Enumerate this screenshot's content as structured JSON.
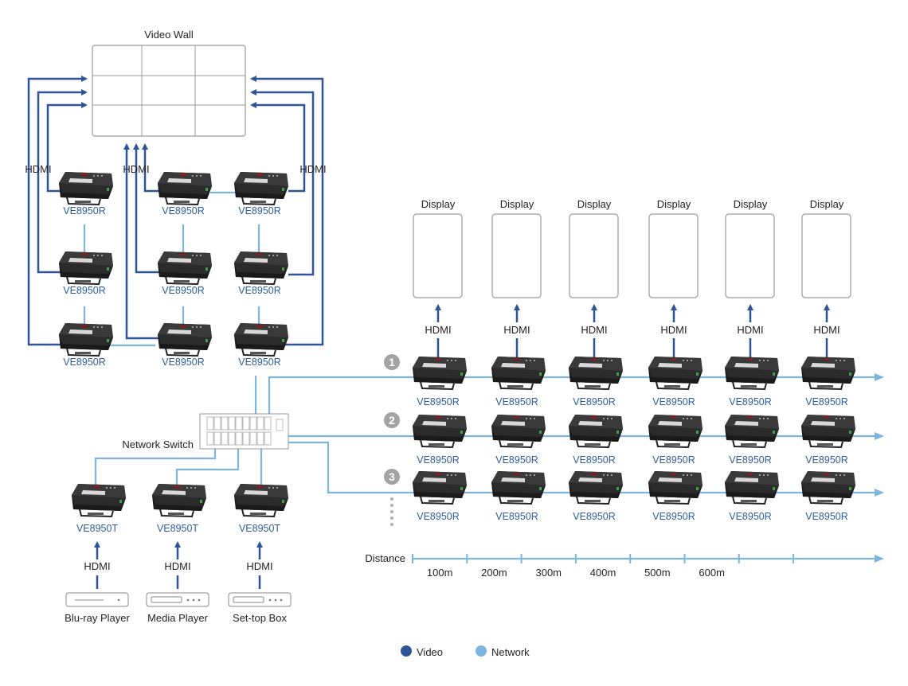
{
  "colors": {
    "video": "#2e5597",
    "network": "#7bb5e0",
    "model_text": "#2e5d9e",
    "label_text": "#231f20",
    "badge": "#a3a3a3"
  },
  "video_wall": {
    "title": "Video Wall",
    "rows": 3,
    "cols": 3,
    "hdmi_labels": [
      "HDMI",
      "HDMI",
      "HDMI"
    ],
    "receivers": [
      {
        "model": "VE8950R",
        "column": "left",
        "row": 1
      },
      {
        "model": "VE8950R",
        "column": "left",
        "row": 2
      },
      {
        "model": "VE8950R",
        "column": "left",
        "row": 3
      },
      {
        "model": "VE8950R",
        "column": "middle",
        "row": 1
      },
      {
        "model": "VE8950R",
        "column": "middle",
        "row": 2
      },
      {
        "model": "VE8950R",
        "column": "middle",
        "row": 3
      },
      {
        "model": "VE8950R",
        "column": "right",
        "row": 1
      },
      {
        "model": "VE8950R",
        "column": "right",
        "row": 2
      },
      {
        "model": "VE8950R",
        "column": "right",
        "row": 3
      }
    ]
  },
  "network_switch": {
    "label": "Network Switch"
  },
  "sources": [
    {
      "transmitter": "VE8950T",
      "link": "HDMI",
      "device": "Blu-ray Player",
      "icon": "blu-ray-player-icon"
    },
    {
      "transmitter": "VE8950T",
      "link": "HDMI",
      "device": "Media Player",
      "icon": "media-player-icon"
    },
    {
      "transmitter": "VE8950T",
      "link": "HDMI",
      "device": "Set-top Box",
      "icon": "set-top-box-icon"
    }
  ],
  "chains": [
    {
      "badge": "1",
      "receivers": [
        "VE8950R",
        "VE8950R",
        "VE8950R",
        "VE8950R",
        "VE8950R",
        "VE8950R"
      ]
    },
    {
      "badge": "2",
      "receivers": [
        "VE8950R",
        "VE8950R",
        "VE8950R",
        "VE8950R",
        "VE8950R",
        "VE8950R"
      ]
    },
    {
      "badge": "3",
      "receivers": [
        "VE8950R",
        "VE8950R",
        "VE8950R",
        "VE8950R",
        "VE8950R",
        "VE8950R"
      ]
    }
  ],
  "displays": [
    {
      "label": "Display",
      "link": "HDMI"
    },
    {
      "label": "Display",
      "link": "HDMI"
    },
    {
      "label": "Display",
      "link": "HDMI"
    },
    {
      "label": "Display",
      "link": "HDMI"
    },
    {
      "label": "Display",
      "link": "HDMI"
    },
    {
      "label": "Display",
      "link": "HDMI"
    }
  ],
  "distance": {
    "label": "Distance",
    "ticks": [
      "100m",
      "200m",
      "300m",
      "400m",
      "500m",
      "600m"
    ]
  },
  "legend": [
    {
      "name": "Video",
      "key": "video"
    },
    {
      "name": "Network",
      "key": "network"
    }
  ]
}
